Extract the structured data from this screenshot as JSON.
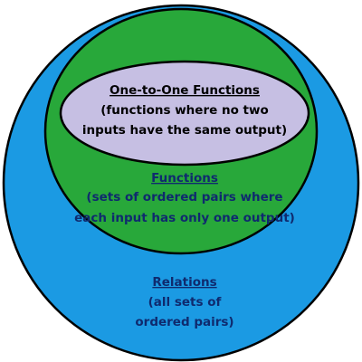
{
  "colors": {
    "relations_fill": "#1b9ae3",
    "functions_fill": "#28a83a",
    "one_to_one_fill": "#c6bfe3",
    "outline": "#000000",
    "text_relations": "#0f2a6e",
    "text_functions": "#0f2a6e",
    "text_one_to_one": "#000000"
  },
  "relations": {
    "title": "Relations",
    "line1": "(all sets of",
    "line2": "ordered pairs)"
  },
  "functions": {
    "title": "Functions",
    "line1": "(sets of ordered pairs where",
    "line2": "each input has only one output)"
  },
  "one_to_one": {
    "title": "One-to-One Functions",
    "line1": "(functions where no two",
    "line2": "inputs have the same output)"
  }
}
